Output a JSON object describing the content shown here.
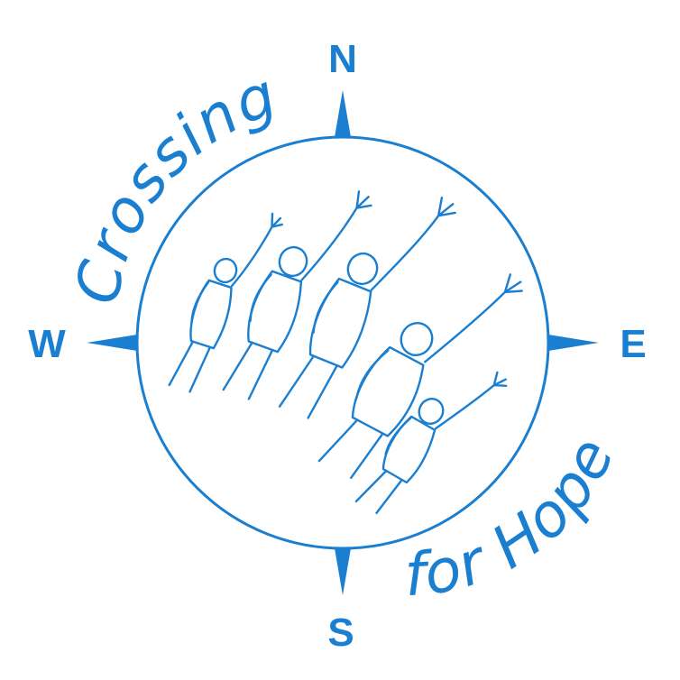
{
  "logo": {
    "name_line1": "Crossing",
    "name_line2": "for Hope"
  },
  "compass": {
    "north": "N",
    "south": "S",
    "east": "E",
    "west": "W"
  },
  "colors": {
    "primary": "#1a7fd0",
    "background": "#ffffff"
  },
  "illustration": {
    "swimmer_count": 5
  },
  "icons": [
    "compass-rose-icon",
    "swimmer-icon"
  ]
}
